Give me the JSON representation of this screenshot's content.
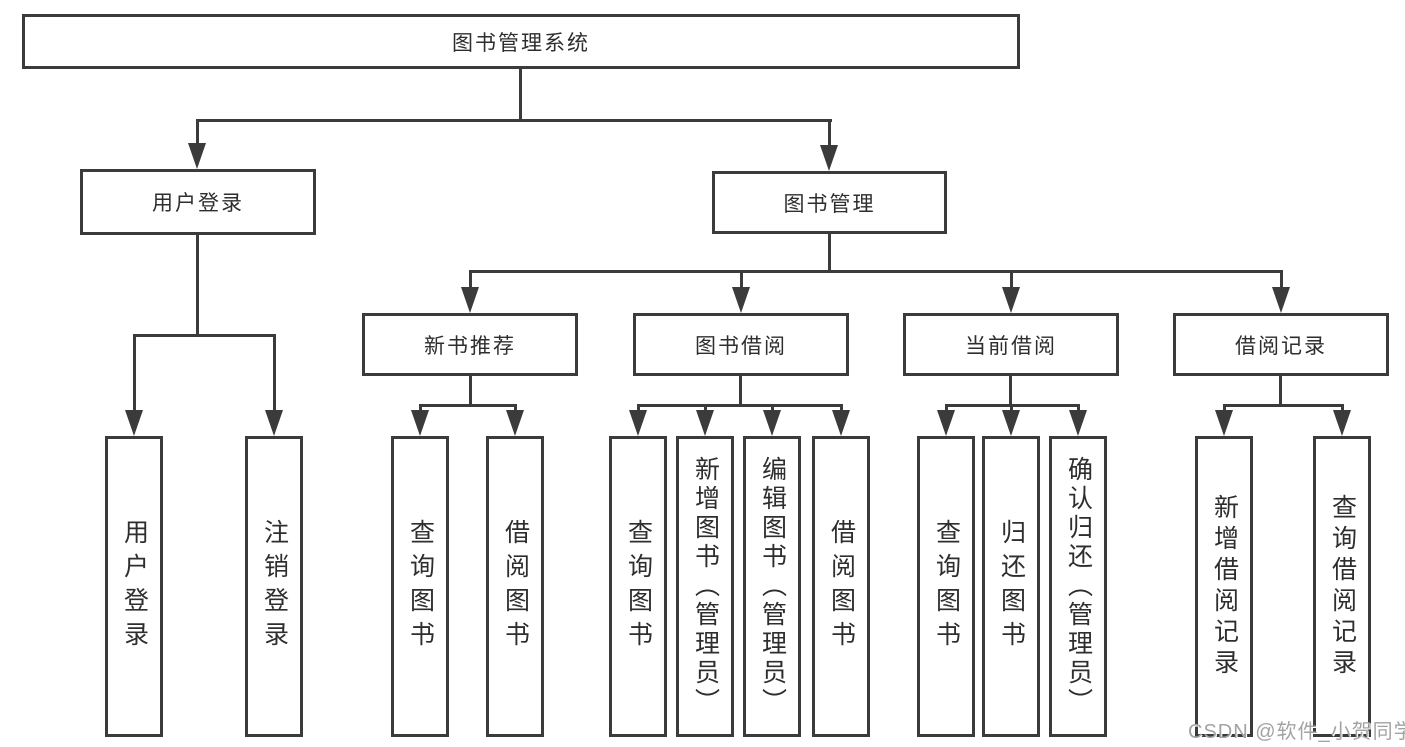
{
  "diagram": {
    "title": "图书管理系统",
    "root": {
      "label": "图书管理系统"
    },
    "branches": [
      {
        "label": "用户登录",
        "children": [
          {
            "label": "用户登录"
          },
          {
            "label": "注销登录"
          }
        ]
      },
      {
        "label": "图书管理",
        "groups": [
          {
            "label": "新书推荐",
            "children": [
              {
                "label": "查询图书"
              },
              {
                "label": "借阅图书"
              }
            ]
          },
          {
            "label": "图书借阅",
            "children": [
              {
                "label": "查询图书"
              },
              {
                "label": "新增图书（管理员）"
              },
              {
                "label": "编辑图书（管理员）"
              },
              {
                "label": "借阅图书"
              }
            ]
          },
          {
            "label": "当前借阅",
            "children": [
              {
                "label": "查询图书"
              },
              {
                "label": "归还图书"
              },
              {
                "label": "确认归还（管理员）"
              }
            ]
          },
          {
            "label": "借阅记录",
            "children": [
              {
                "label": "新增借阅记录"
              },
              {
                "label": "查询借阅记录"
              }
            ]
          }
        ]
      }
    ]
  },
  "watermark": "CSDN @软件_小贺同学",
  "colors": {
    "line": "#3b3b3b",
    "text": "#2e2e2e",
    "watermark": "#a3a3a3",
    "background": "#ffffff"
  }
}
